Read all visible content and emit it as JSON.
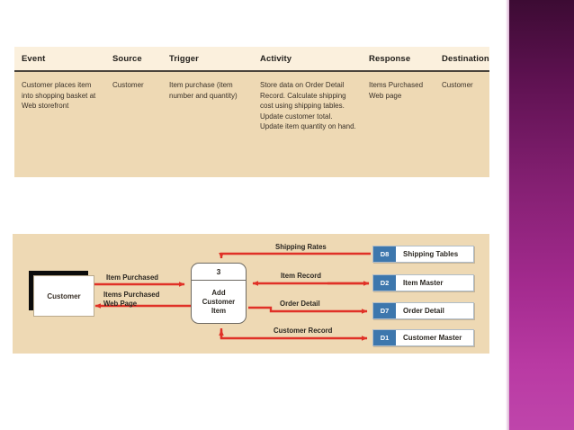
{
  "slide": {
    "accent_color_top": "#3c0b33",
    "accent_color_bottom": "#bf45ab",
    "table_header_bg": "#fbf0dd",
    "table_body_bg": "#eed9b4",
    "arrow_color": "#e03127",
    "datastore_id_bg": "#3d77ad"
  },
  "event_table": {
    "columns": [
      "Event",
      "Source",
      "Trigger",
      "Activity",
      "Response",
      "Destination"
    ],
    "rows": [
      {
        "event": "Customer places item into shopping basket at Web storefront",
        "source": "Customer",
        "trigger": "Item purchase (item number and quantity)",
        "activity": "Store data on Order Detail Record. Calculate shipping cost using shipping tables. Update customer total. Update item quantity on hand.",
        "response": "Items Purchased Web page",
        "destination": "Customer"
      }
    ]
  },
  "dfd": {
    "entity": {
      "label": "Customer"
    },
    "process": {
      "number": "3",
      "name_line1": "Add",
      "name_line2": "Customer",
      "name_line3": "Item"
    },
    "data_stores": [
      {
        "id": "D8",
        "name": "Shipping Tables"
      },
      {
        "id": "D2",
        "name": "Item Master"
      },
      {
        "id": "D7",
        "name": "Order Detail"
      },
      {
        "id": "D1",
        "name": "Customer Master"
      }
    ],
    "flows": {
      "item_purchased": "Item Purchased",
      "items_purchased_web_line1": "Items Purchased",
      "items_purchased_web_line2": "Web Page",
      "shipping_rates": "Shipping Rates",
      "item_record": "Item Record",
      "order_detail": "Order Detail",
      "customer_record": "Customer Record"
    }
  }
}
